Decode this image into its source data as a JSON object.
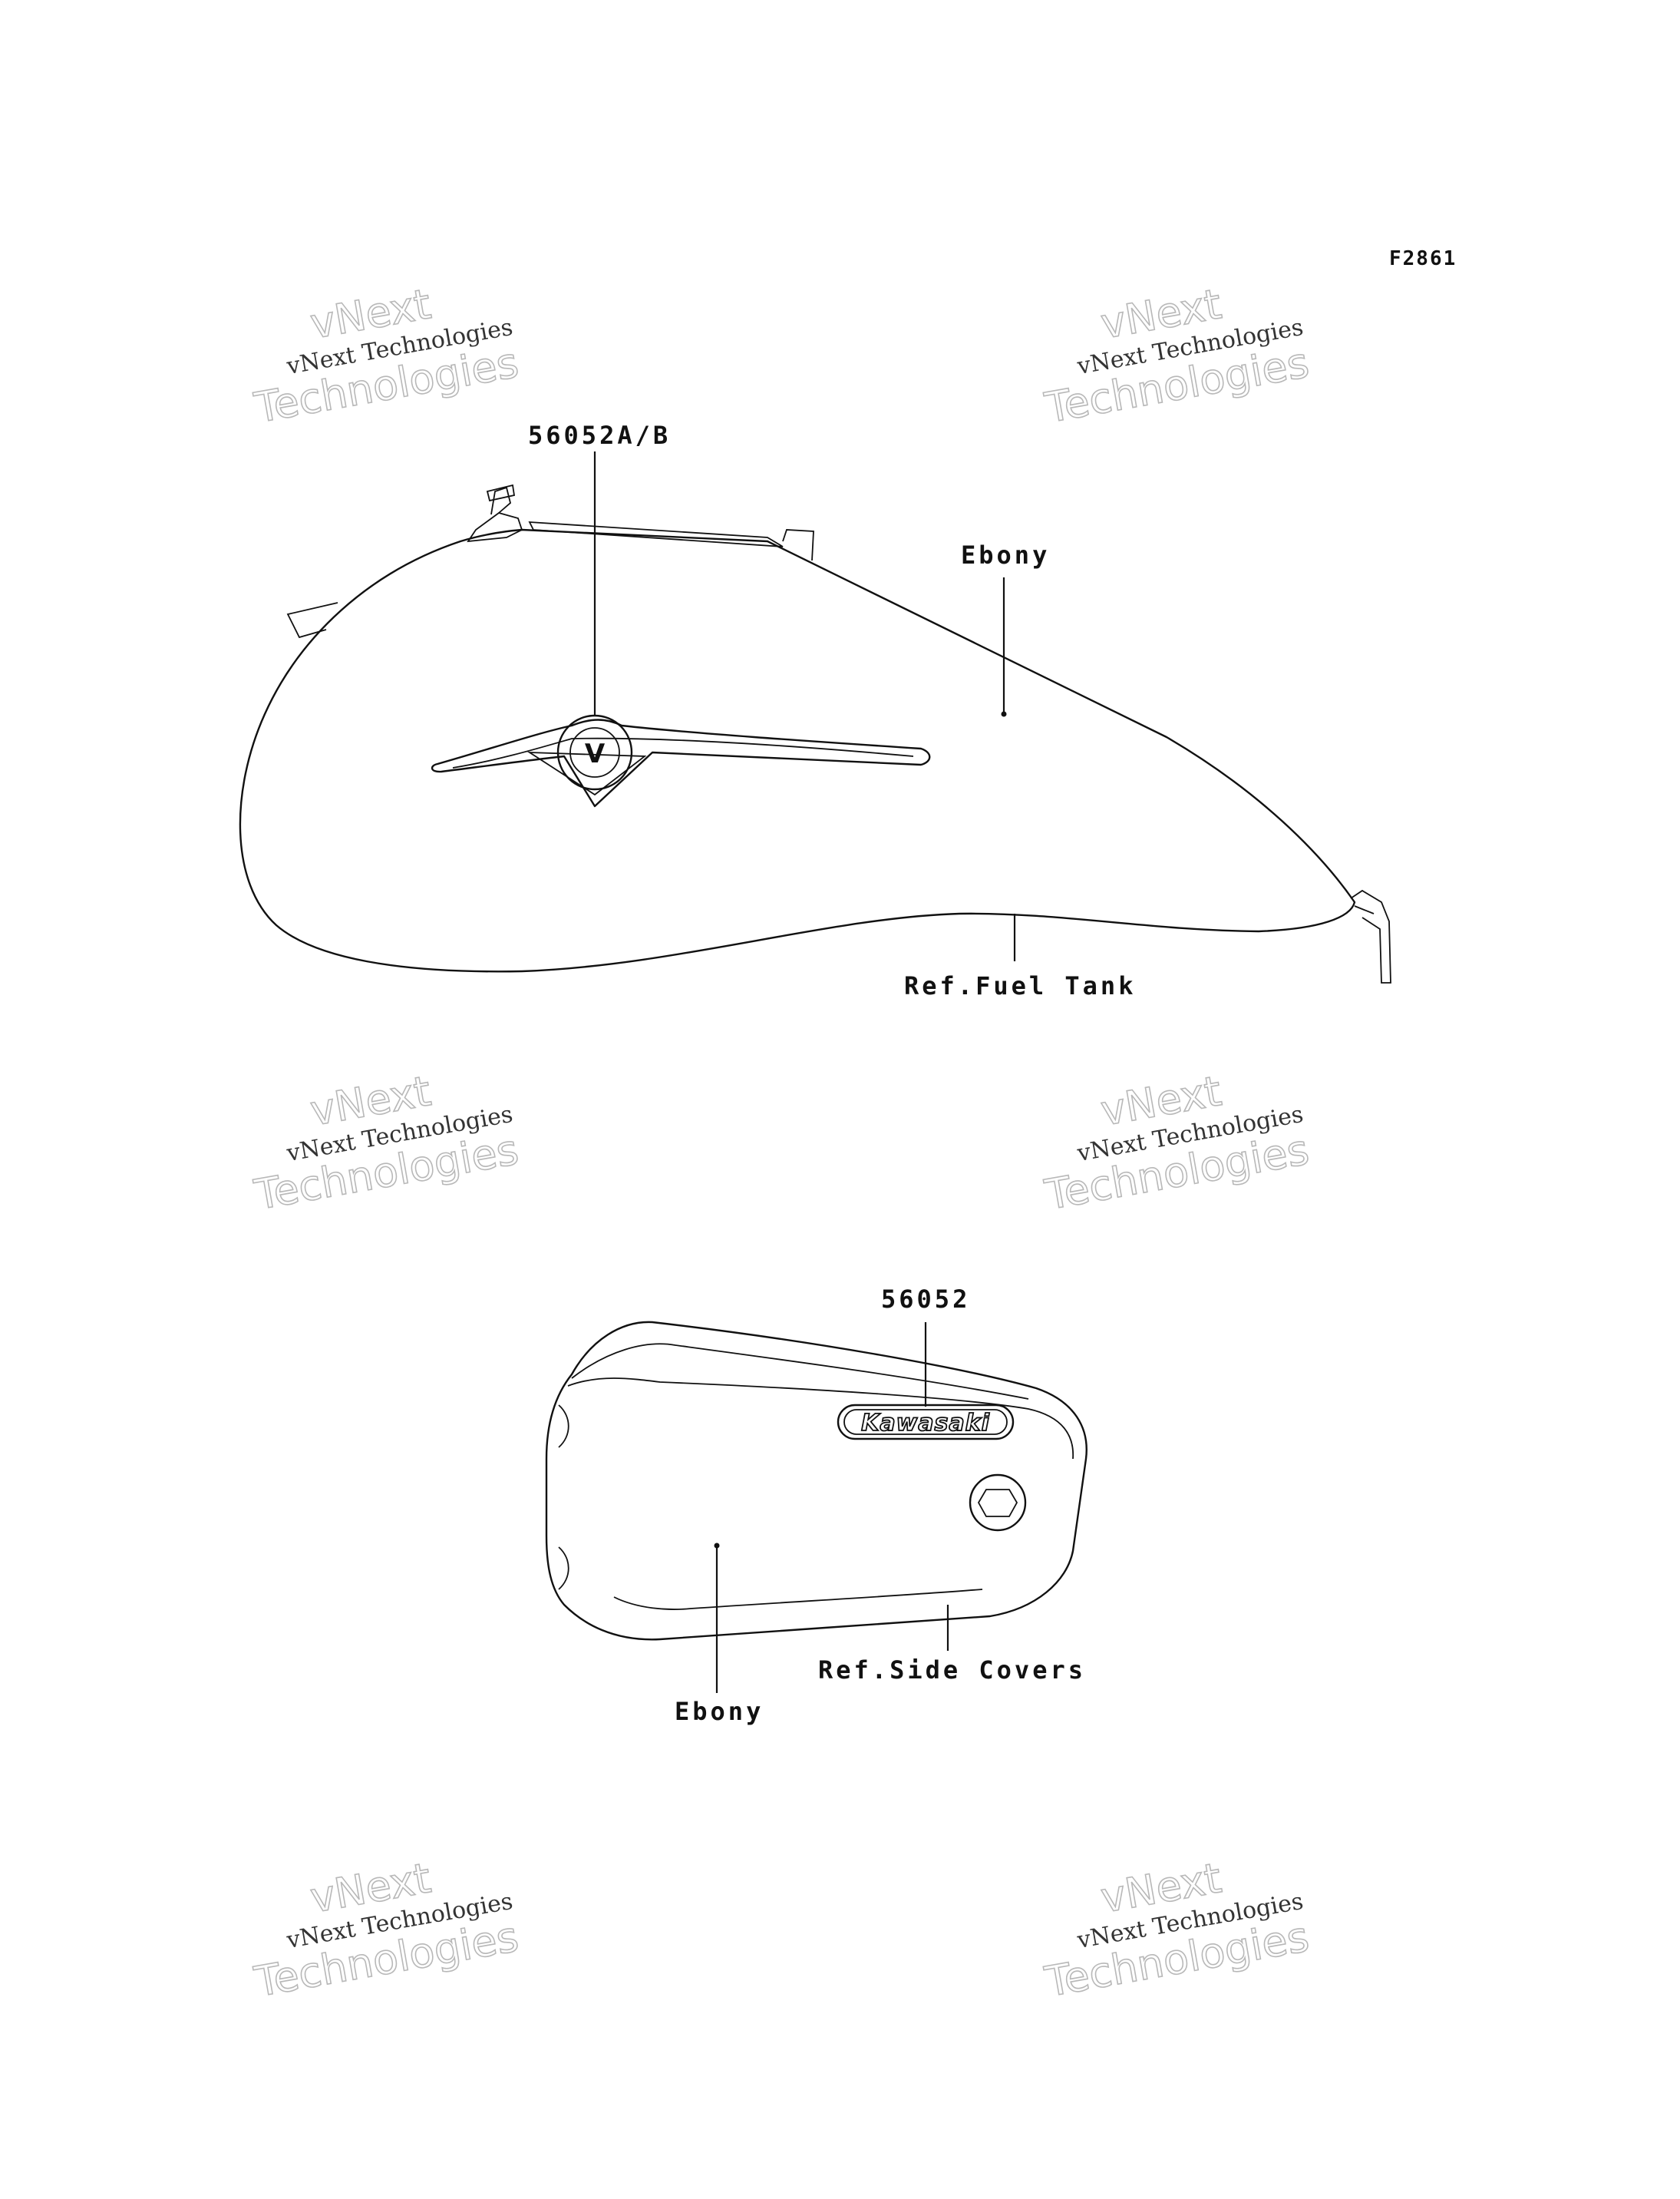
{
  "figure_id": "F2861",
  "watermark": {
    "line1": "vNext",
    "line2": "vNext Technologies",
    "line3": "Technologies"
  },
  "fuel_tank": {
    "part_number": "56052A/B",
    "color_label": "Ebony",
    "reference_label": "Ref.Fuel Tank",
    "emblem_letter": "V"
  },
  "side_cover": {
    "part_number": "56052",
    "color_label": "Ebony",
    "reference_label": "Ref.Side Covers",
    "logo_text": "Kawasaki"
  }
}
